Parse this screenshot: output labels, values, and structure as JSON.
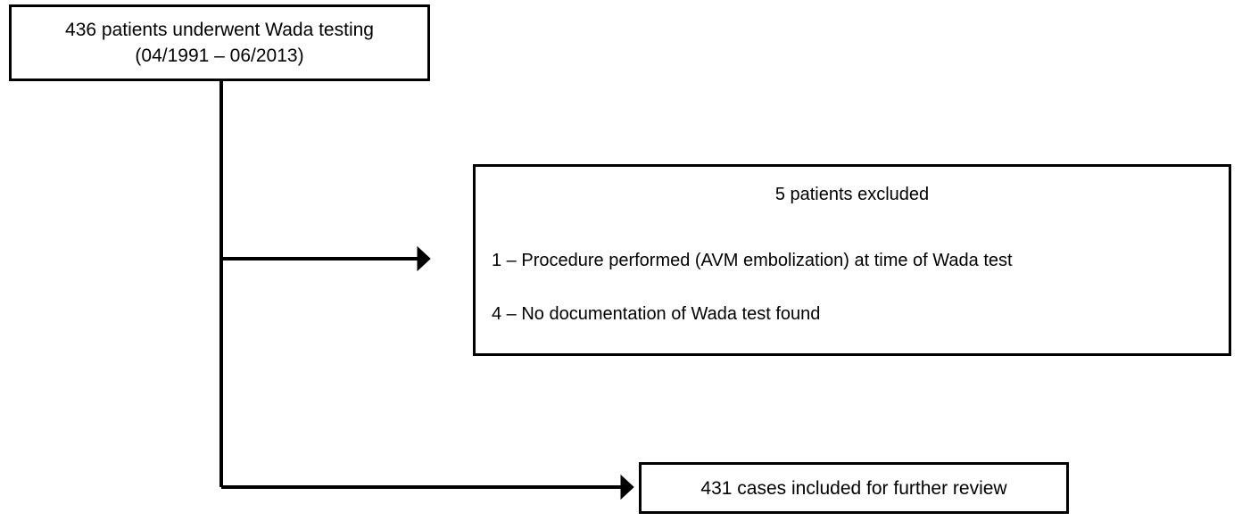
{
  "diagram": {
    "title": "Patient selection flow diagram for Wada testing cohort",
    "stroke_color": "#000000",
    "background_color": "#ffffff",
    "nodes": {
      "cohort": {
        "line1": "436 patients underwent Wada testing",
        "line2": "(04/1991 – 06/2013)"
      },
      "excluded": {
        "title": "5 patients excluded",
        "reason1": "1 – Procedure performed (AVM embolization) at time of Wada test",
        "reason2": "4 – No documentation of Wada test found"
      },
      "included": {
        "line1": "431 cases included for further review"
      }
    },
    "edges": [
      {
        "name": "cohort-to-excluded",
        "from": "cohort",
        "to": "excluded",
        "label": "",
        "arrowhead": "solid-triangle"
      },
      {
        "name": "cohort-to-included",
        "from": "cohort",
        "to": "included",
        "label": "",
        "arrowhead": "solid-triangle"
      }
    ]
  }
}
